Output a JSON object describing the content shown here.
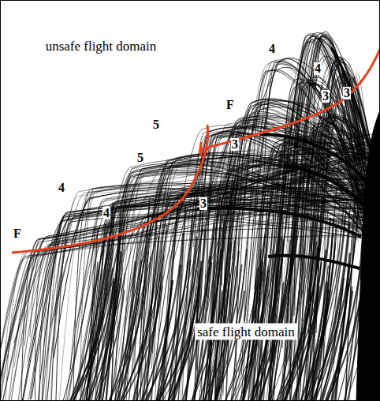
{
  "diagram": {
    "labels": [
      "unsafe flight domain",
      "4",
      "4",
      "3",
      "3",
      "F",
      "5",
      "3",
      "5",
      "4",
      "4",
      "3",
      "F",
      "safe flight domain"
    ]
  }
}
